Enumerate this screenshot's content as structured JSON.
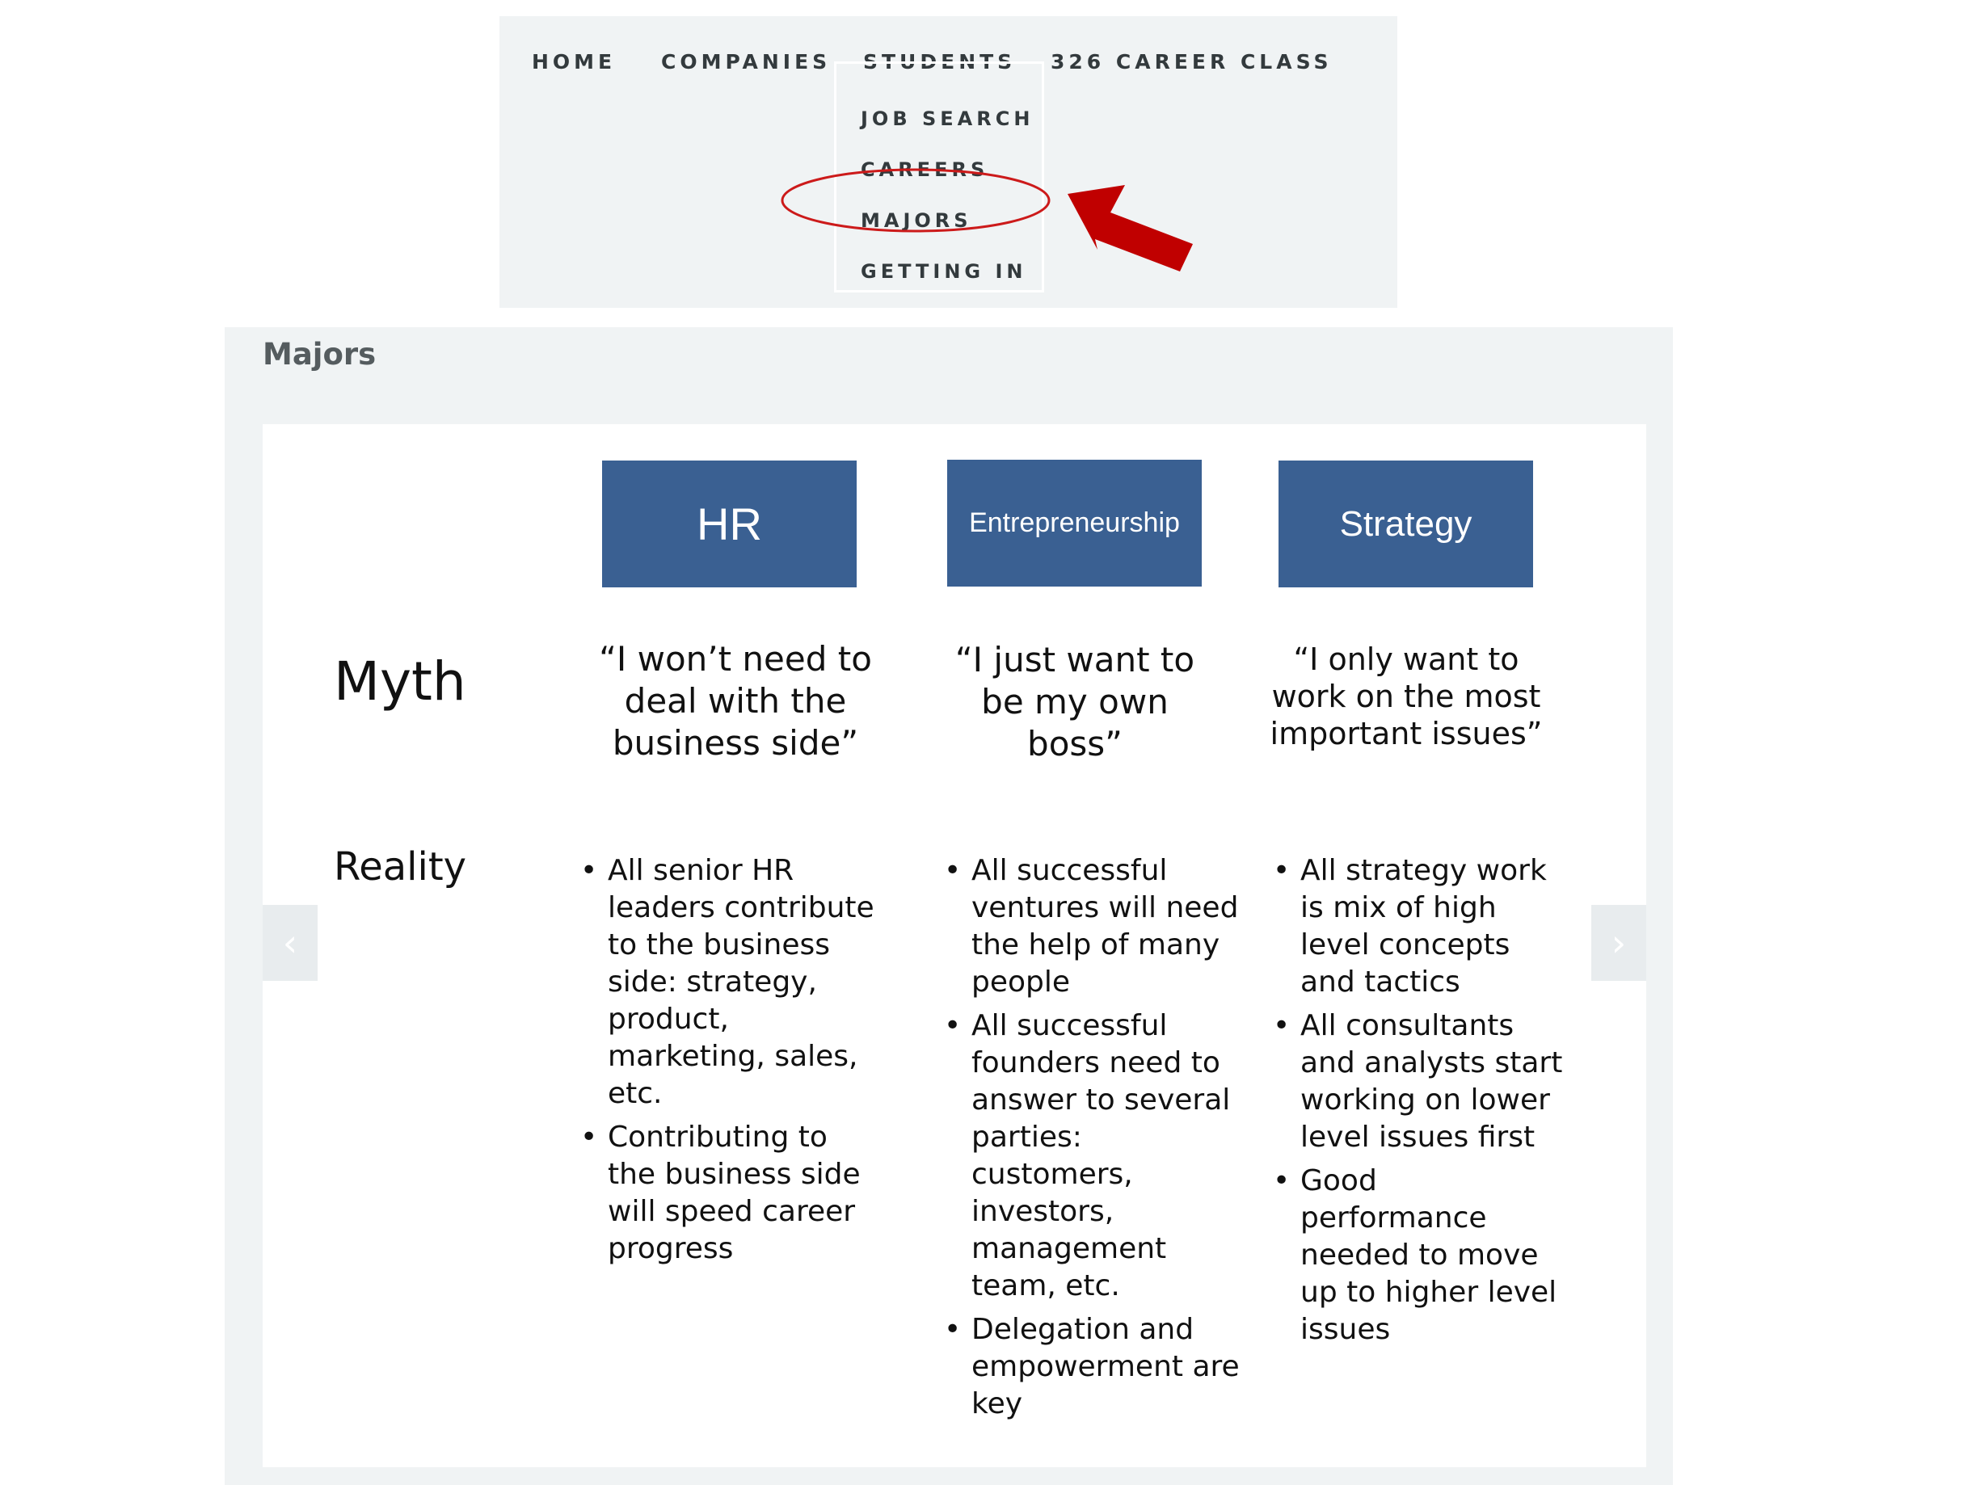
{
  "nav": {
    "items": [
      "HOME",
      "COMPANIES",
      "STUDENTS",
      "326 CAREER CLASS"
    ],
    "submenu": [
      "JOB SEARCH",
      "CAREERS",
      "MAJORS",
      "GETTING IN"
    ],
    "highlight_color": "#cc1a1a",
    "arrow_color": "#c00000"
  },
  "majors": {
    "title": "Majors",
    "carousel": {
      "prev_icon": "‹",
      "next_icon": "›"
    },
    "slide": {
      "row_labels": {
        "myth": "Myth",
        "reality": "Reality"
      },
      "header_color": "#3a6092",
      "columns": [
        {
          "header": "HR",
          "myth": "“I won’t need to deal with the business side”",
          "reality": [
            "All senior HR leaders contribute to the business side: strategy, product, marketing, sales, etc.",
            "Contributing to the business side will speed career progress"
          ]
        },
        {
          "header": "Entrepreneurship",
          "myth": "“I just want to be my own boss”",
          "reality": [
            "All successful ventures will need the help of many people",
            "All successful founders need to answer to several parties: customers, investors, management team, etc.",
            "Delegation and empowerment are key"
          ]
        },
        {
          "header": "Strategy",
          "myth": "“I only want to work on the most important issues”",
          "reality": [
            "All strategy work is mix of high level concepts and tactics",
            "All consultants and analysts start working on lower level issues first",
            "Good performance needed to move up to higher level issues"
          ]
        }
      ]
    }
  }
}
